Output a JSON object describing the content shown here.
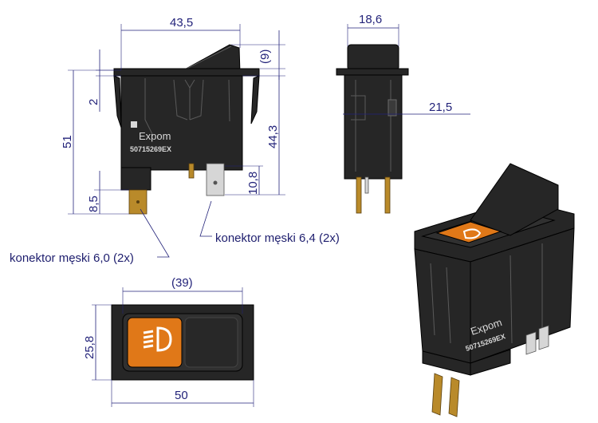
{
  "dimensions": {
    "width_top": "43,5",
    "protrusion": "(9)",
    "depth_side": "18,6",
    "step": "2",
    "height_total": "51",
    "height_body": "44,3",
    "pin_height_front": "8,5",
    "pin_height_rear": "10,8",
    "side_depth": "21,5",
    "bezel_inner_width": "(39)",
    "bezel_height": "25,8",
    "bezel_width": "50"
  },
  "notes": {
    "connector_60": "konektor męski 6,0 (2x)",
    "connector_64": "konektor męski 6,4 (2x)"
  },
  "markings": {
    "brand": "Expom",
    "part_number": "50715269EX"
  },
  "colors": {
    "dimension_ink": "#23237a",
    "housing": "#262626",
    "indicator_orange": "#e07818",
    "pin_brass": "#b98a2a"
  },
  "icons": [
    "headlight-icon"
  ]
}
